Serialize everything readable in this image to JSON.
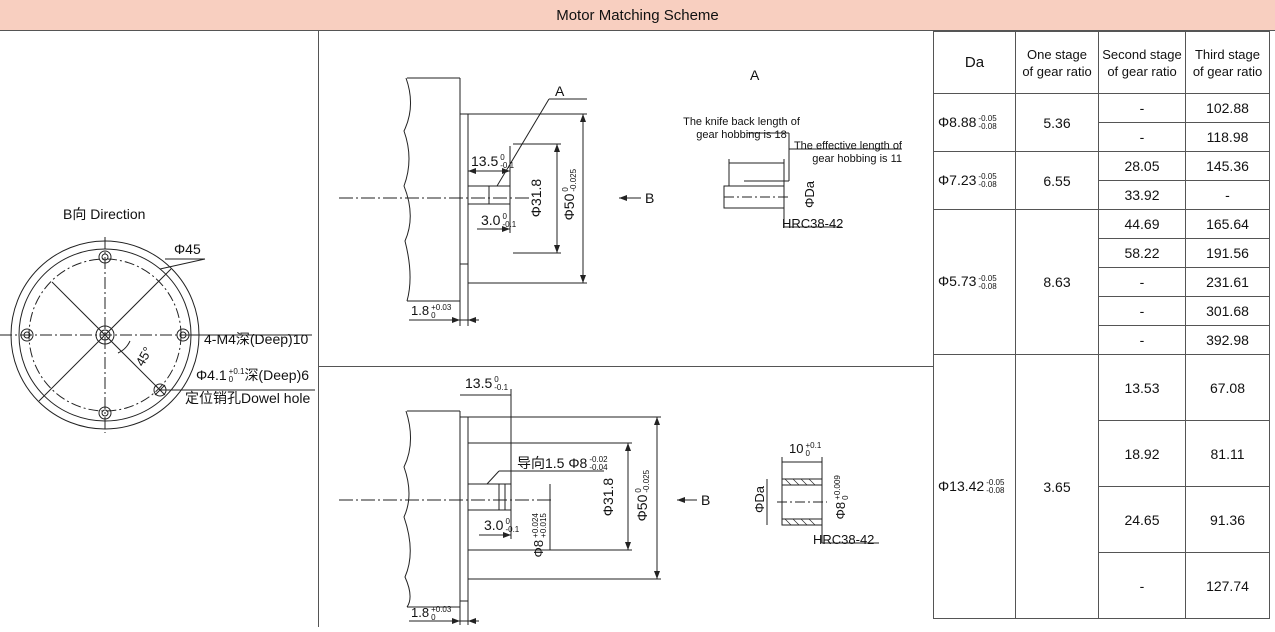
{
  "title": "Motor Matching Scheme",
  "left": {
    "direction": "B向 Direction",
    "dia_outer": "Φ45",
    "holes": "4-M4深(Deep)10",
    "angle": "45°",
    "pin_dia": "Φ4.1",
    "pin_tol_up": "+0.1",
    "pin_tol_lo": "0",
    "pin_depth": "深(Deep)6",
    "pin_label": "定位销孔Dowel hole"
  },
  "top_view": {
    "section_label": "A",
    "point_a": "A",
    "dim_13_5": "13.5",
    "dim_13_5_up": "0",
    "dim_13_5_lo": "-0.1",
    "dim_3_0": "3.0",
    "dim_3_0_up": "0",
    "dim_3_0_lo": "-0.1",
    "dim_31_8": "Φ31.8",
    "dim_50": "Φ50",
    "dim_50_up": "0",
    "dim_50_lo": "-0.025",
    "dim_1_8": "1.8",
    "dim_1_8_up": "+0.03",
    "dim_1_8_lo": "0",
    "arrow_b": "B",
    "note_knife": "The knife back length of",
    "note_knife2": "gear hobbing is 18",
    "note_eff": "The effective length of",
    "note_eff2": "gear hobbing is 11",
    "phi_da": "ΦDa",
    "hrc": "HRC38-42"
  },
  "bottom_view": {
    "dim_13_5": "13.5",
    "dim_13_5_up": "0",
    "dim_13_5_lo": "-0.1",
    "guide": "导向1.5 Φ8",
    "guide_up": "-0.02",
    "guide_lo": "-0.04",
    "dim_3_0": "3.0",
    "dim_3_0_up": "0",
    "dim_3_0_lo": "-0.1",
    "dim_8": "Φ8",
    "dim_8_up": "+0.024",
    "dim_8_lo": "+0.015",
    "dim_31_8": "Φ31.8",
    "dim_50": "Φ50",
    "dim_50_up": "0",
    "dim_50_lo": "-0.025",
    "dim_1_8": "1.8",
    "dim_1_8_up": "+0.03",
    "dim_1_8_lo": "0",
    "arrow_b": "B",
    "dim_10": "10",
    "dim_10_up": "+0.1",
    "dim_10_lo": "0",
    "phi_da": "ΦDa",
    "dim_8r": "Φ8",
    "dim_8r_up": "+0.009",
    "dim_8r_lo": "0",
    "hrc": "HRC38-42"
  },
  "table": {
    "headers": [
      "Da",
      "One stage",
      "of gear ratio",
      "Second stage",
      "of gear ratio",
      "Third stage",
      "of gear ratio"
    ],
    "groups": [
      {
        "da": "Φ8.88",
        "tol_up": "-0.05",
        "tol_lo": "-0.08",
        "one": "5.36",
        "rows": [
          [
            "-",
            "102.88"
          ],
          [
            "-",
            "118.98"
          ]
        ]
      },
      {
        "da": "Φ7.23",
        "tol_up": "-0.05",
        "tol_lo": "-0.08",
        "one": "6.55",
        "rows": [
          [
            "28.05",
            "145.36"
          ],
          [
            "33.92",
            "-"
          ]
        ]
      },
      {
        "da": "Φ5.73",
        "tol_up": "-0.05",
        "tol_lo": "-0.08",
        "one": "8.63",
        "rows": [
          [
            "44.69",
            "165.64"
          ],
          [
            "58.22",
            "191.56"
          ],
          [
            "-",
            "231.61"
          ],
          [
            "-",
            "301.68"
          ],
          [
            "-",
            "392.98"
          ]
        ]
      },
      {
        "da": "Φ13.42",
        "tol_up": "-0.05",
        "tol_lo": "-0.08",
        "one": "3.65",
        "rows": [
          [
            "13.53",
            "67.08"
          ],
          [
            "18.92",
            "81.11"
          ],
          [
            "24.65",
            "91.36"
          ],
          [
            "-",
            "127.74"
          ]
        ]
      }
    ]
  }
}
